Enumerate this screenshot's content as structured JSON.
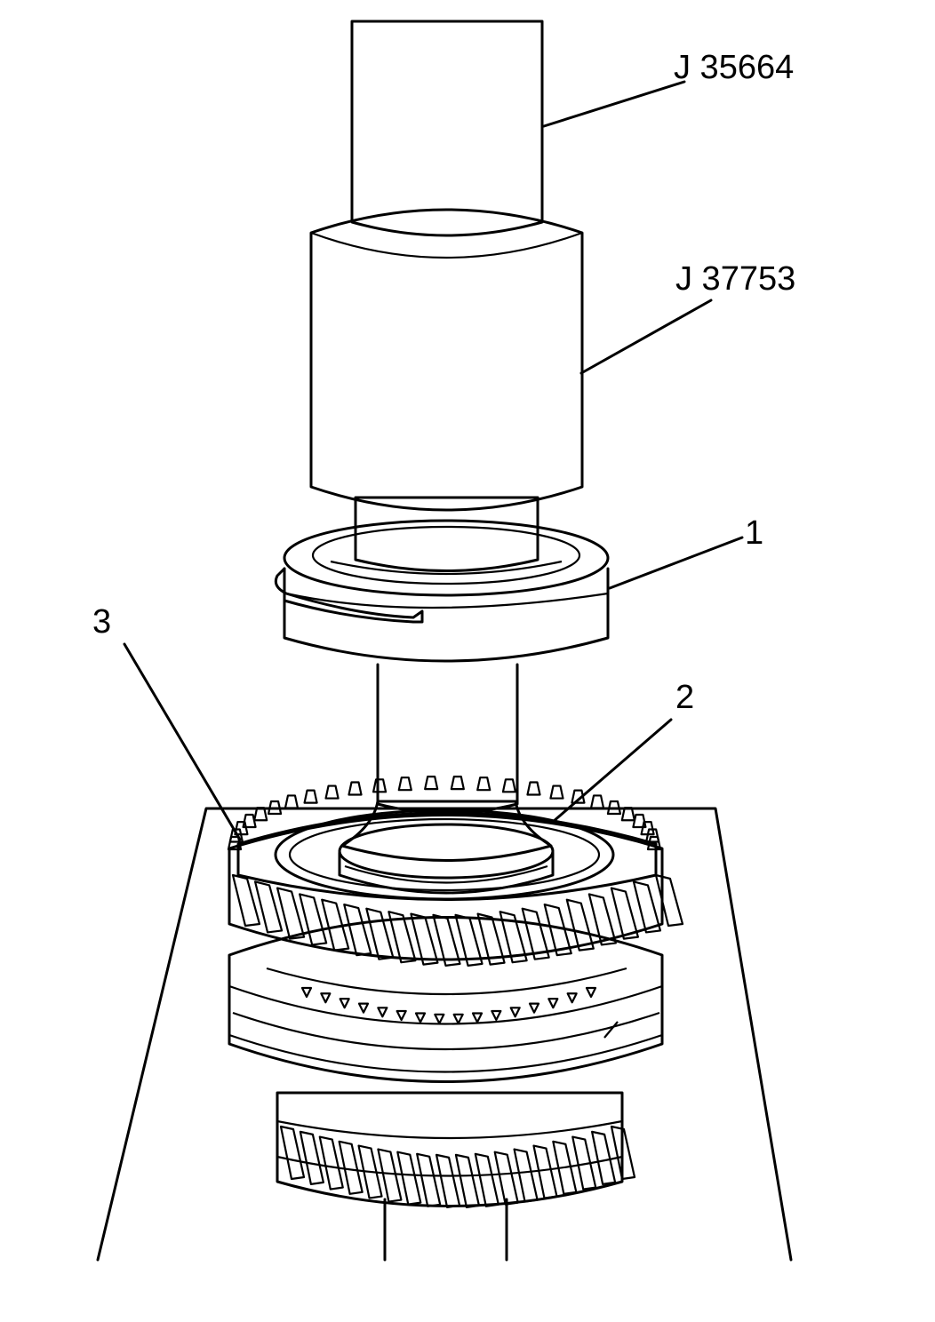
{
  "callouts": {
    "tool_puller_shaft": "J 35664",
    "tool_installer_sleeve": "J 37753",
    "item_1": "1",
    "item_2": "2",
    "item_3": "3"
  },
  "colors": {
    "line": "#000000",
    "tool_stipple": "#b4b4b4",
    "background": "#ffffff"
  }
}
